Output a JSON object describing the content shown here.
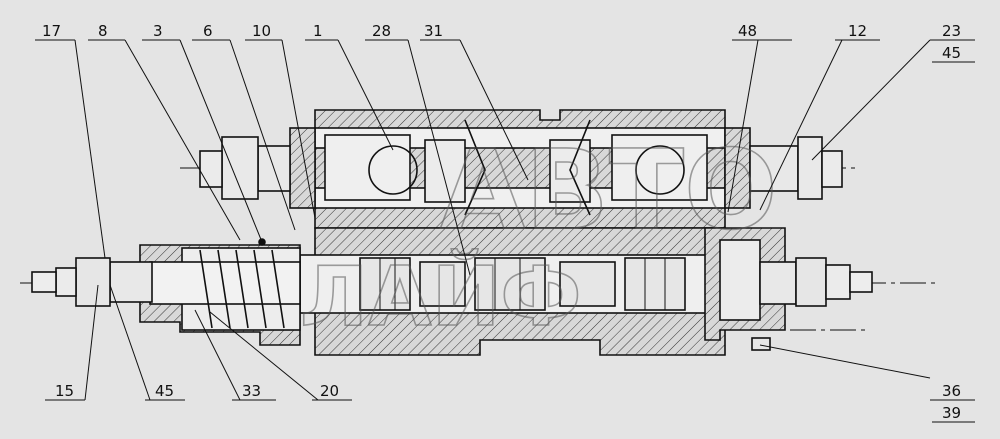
{
  "labels": {
    "l17": "17",
    "l8": "8",
    "l3": "3",
    "l6": "6",
    "l10": "10",
    "l1": "1",
    "l28": "28",
    "l31": "31",
    "l48": "48",
    "l12": "12",
    "l23": "23",
    "l45a": "45",
    "l15": "15",
    "l45b": "45",
    "l33": "33",
    "l20": "20",
    "l36": "36",
    "l39": "39"
  },
  "watermark": {
    "line1": "АВТО",
    "line2": "ЛАЙФ"
  },
  "colors": {
    "background": "#e4e4e4",
    "ink": "#111111",
    "body_fill": "#d6d6d6",
    "watermark": "#555555"
  }
}
